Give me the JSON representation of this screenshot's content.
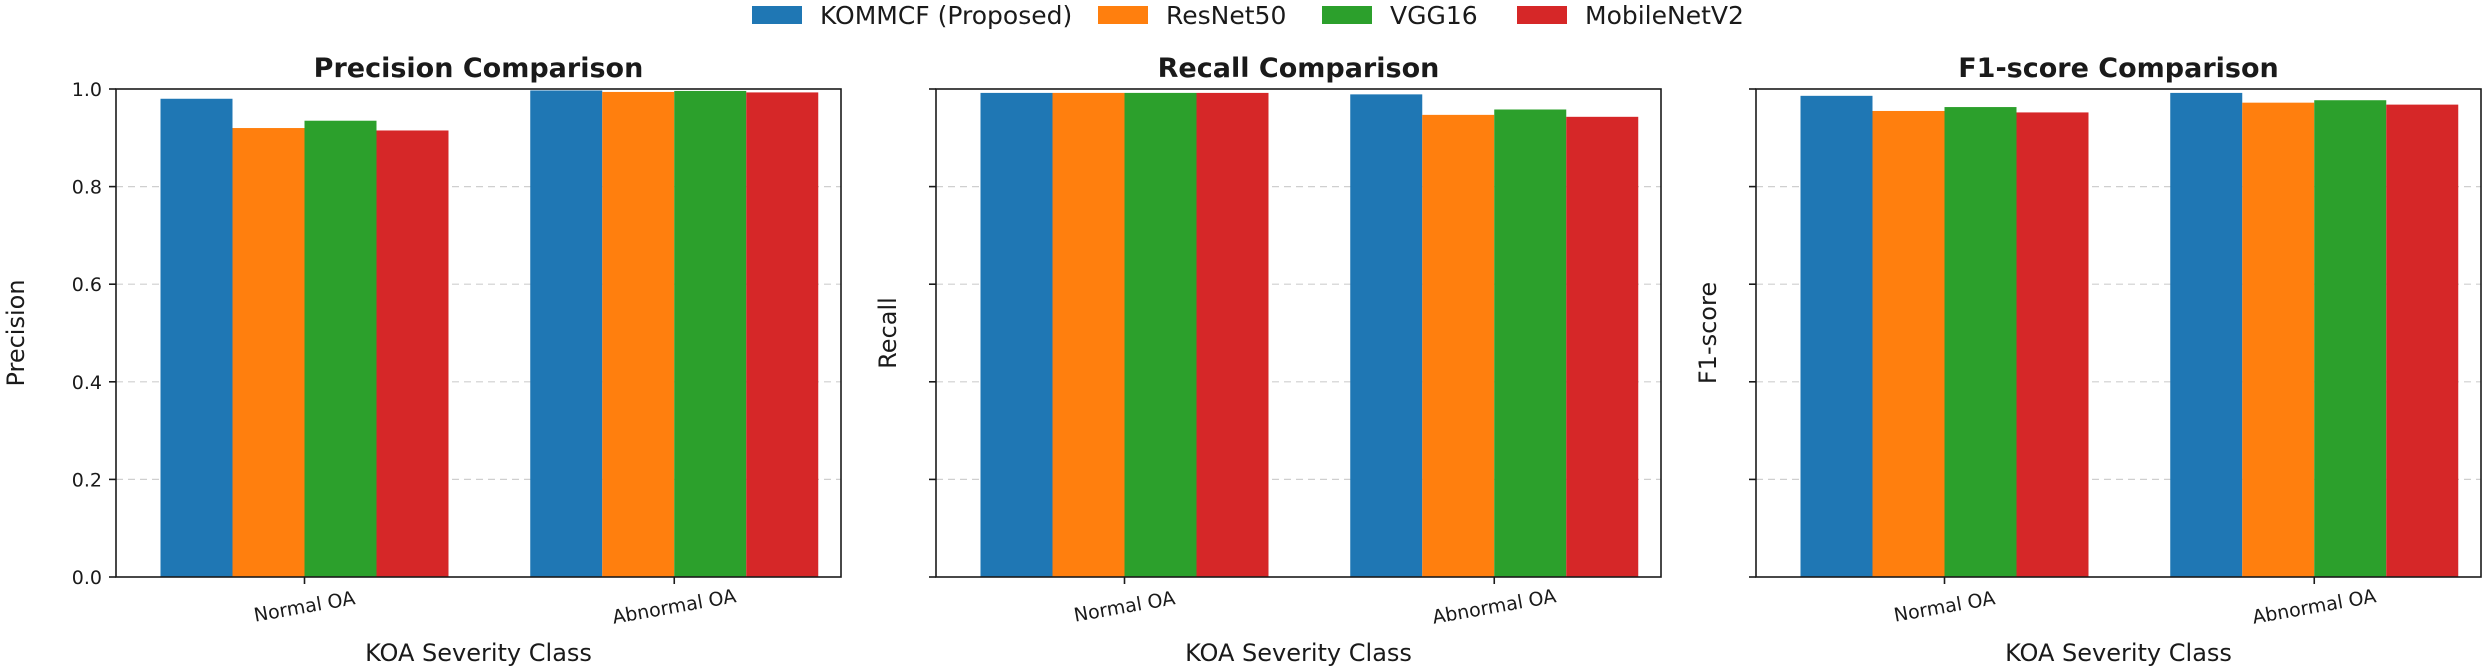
{
  "legend": {
    "entries": [
      {
        "name": "KOMMCF (Proposed)",
        "color": "#1f77b4"
      },
      {
        "name": "ResNet50",
        "color": "#ff7f0e"
      },
      {
        "name": "VGG16",
        "color": "#2ca02c"
      },
      {
        "name": "MobileNetV2",
        "color": "#d62728"
      }
    ],
    "placement": "top-center"
  },
  "chart_data": [
    {
      "type": "bar",
      "title": "Precision Comparison",
      "xlabel": "KOA Severity Class",
      "ylabel": "Precision",
      "categories": [
        "Normal OA",
        "Abnormal OA"
      ],
      "ylim": [
        0,
        1.0
      ],
      "yticks": [
        "0.0",
        "0.2",
        "0.4",
        "0.6",
        "0.8",
        "1.0"
      ],
      "grid": "y-dashed",
      "series": [
        {
          "name": "KOMMCF (Proposed)",
          "color": "#1f77b4",
          "values": [
            0.98,
            0.997
          ]
        },
        {
          "name": "ResNet50",
          "color": "#ff7f0e",
          "values": [
            0.92,
            0.994
          ]
        },
        {
          "name": "VGG16",
          "color": "#2ca02c",
          "values": [
            0.935,
            0.996
          ]
        },
        {
          "name": "MobileNetV2",
          "color": "#d62728",
          "values": [
            0.915,
            0.993
          ]
        }
      ]
    },
    {
      "type": "bar",
      "title": "Recall Comparison",
      "xlabel": "KOA Severity Class",
      "ylabel": "Recall",
      "categories": [
        "Normal OA",
        "Abnormal OA"
      ],
      "ylim": [
        0,
        1.0
      ],
      "yticks": [
        "0.0",
        "0.2",
        "0.4",
        "0.6",
        "0.8",
        "1.0"
      ],
      "grid": "y-dashed",
      "series": [
        {
          "name": "KOMMCF (Proposed)",
          "color": "#1f77b4",
          "values": [
            0.992,
            0.989
          ]
        },
        {
          "name": "ResNet50",
          "color": "#ff7f0e",
          "values": [
            0.992,
            0.947
          ]
        },
        {
          "name": "VGG16",
          "color": "#2ca02c",
          "values": [
            0.992,
            0.958
          ]
        },
        {
          "name": "MobileNetV2",
          "color": "#d62728",
          "values": [
            0.992,
            0.943
          ]
        }
      ]
    },
    {
      "type": "bar",
      "title": "F1-score Comparison",
      "xlabel": "KOA Severity Class",
      "ylabel": "F1-score",
      "categories": [
        "Normal OA",
        "Abnormal OA"
      ],
      "ylim": [
        0,
        1.0
      ],
      "yticks": [
        "0.0",
        "0.2",
        "0.4",
        "0.6",
        "0.8",
        "1.0"
      ],
      "grid": "y-dashed",
      "series": [
        {
          "name": "KOMMCF (Proposed)",
          "color": "#1f77b4",
          "values": [
            0.986,
            0.992
          ]
        },
        {
          "name": "ResNet50",
          "color": "#ff7f0e",
          "values": [
            0.955,
            0.972
          ]
        },
        {
          "name": "VGG16",
          "color": "#2ca02c",
          "values": [
            0.963,
            0.977
          ]
        },
        {
          "name": "MobileNetV2",
          "color": "#d62728",
          "values": [
            0.952,
            0.968
          ]
        }
      ]
    }
  ]
}
